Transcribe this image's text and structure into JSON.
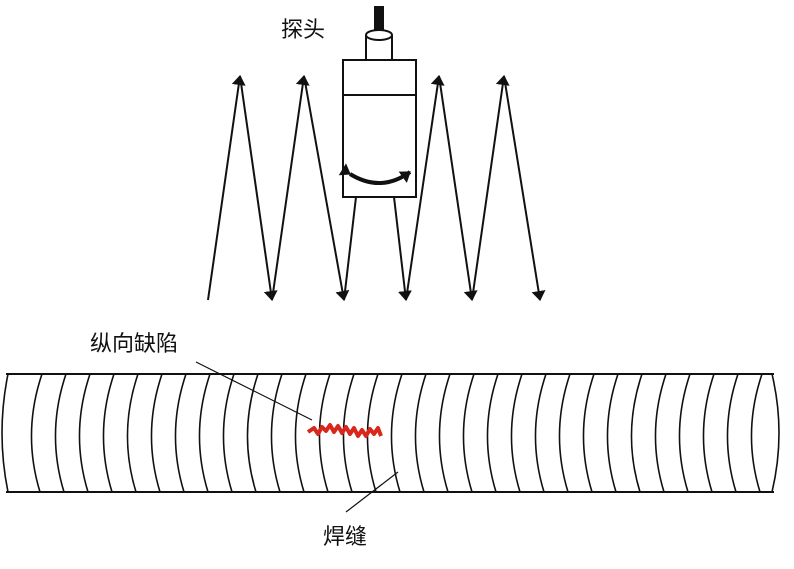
{
  "labels": {
    "probe": "探头",
    "defect": "纵向缺陷",
    "weld": "焊缝"
  },
  "colors": {
    "line": "#111111",
    "defect": "#d8281e",
    "background": "#ffffff"
  }
}
